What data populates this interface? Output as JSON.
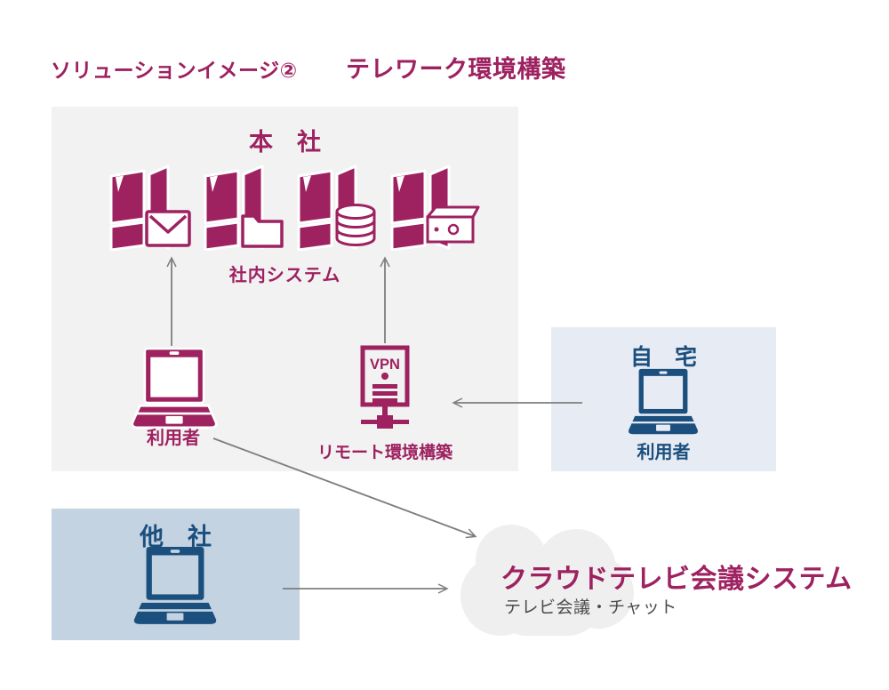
{
  "colors": {
    "magenta": "#9e2160",
    "navy": "#1b4f7e",
    "headquarters_bg": "#f2f2f2",
    "home_bg": "#e7ebf3",
    "other_company_bg": "#c4d3e1",
    "cloud_bg": "#efefef",
    "arrow_gray": "#7e7e7e",
    "subtitle_gray": "#4b4b4b"
  },
  "header": {
    "title_prefix": "ソリューションイメージ②",
    "title_main": "テレワーク環境構築"
  },
  "headquarters": {
    "label": "本　社",
    "system_label": "社内システム",
    "user_label": "利用者",
    "servers": [
      {
        "name": "mail-server",
        "icon": "mail-icon"
      },
      {
        "name": "file-server",
        "icon": "folder-icon"
      },
      {
        "name": "database-server",
        "icon": "database-icon"
      },
      {
        "name": "storage-server",
        "icon": "storage-box-icon"
      }
    ],
    "vpn": {
      "sign_text": "VPN",
      "label": "リモート環境構築"
    }
  },
  "home": {
    "label": "自　宅",
    "user_label": "利用者"
  },
  "other_company": {
    "label": "他　社"
  },
  "cloud_service": {
    "title": "クラウドテレビ会議システム",
    "subtitle": "テレビ会議・チャット"
  },
  "connections": [
    {
      "from": "hq-user-laptop",
      "to": "internal-systems"
    },
    {
      "from": "vpn-gateway",
      "to": "internal-systems"
    },
    {
      "from": "home-laptop",
      "to": "vpn-gateway"
    },
    {
      "from": "hq-user-laptop",
      "to": "cloud-video-conference-system"
    },
    {
      "from": "other-company-laptop",
      "to": "cloud-video-conference-system"
    }
  ]
}
